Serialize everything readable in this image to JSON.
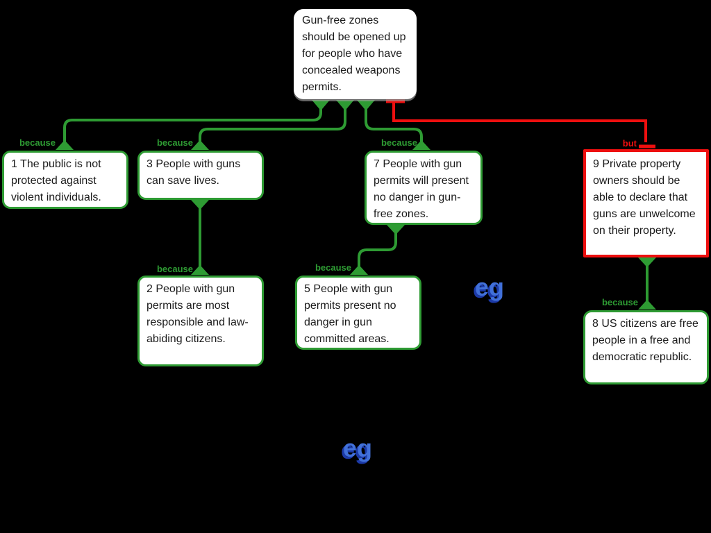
{
  "colors": {
    "support_green": "#2e9b33",
    "objection_red": "#ee0f0f",
    "eg_blue": "#4170d9",
    "eg_shadow": "#1c3aa8",
    "box_bg": "#ffffff",
    "text_dark": "#1a1a1a"
  },
  "contention": {
    "text": "Gun-free zones should be opened up for people who have concealed weapons permits."
  },
  "boxes": {
    "b1": {
      "text": "1 The public is not protected against violent individuals."
    },
    "b3": {
      "text": "3 People with guns can save lives."
    },
    "b7": {
      "text": "7 People with gun permits will present no danger in gun-free zones."
    },
    "b9": {
      "text": "9 Private property owners should be able to declare that guns are unwelcome on their property."
    },
    "b2": {
      "text": "2 People with gun permits are most responsible and law-abiding citizens."
    },
    "b5": {
      "text": "5 People with gun permits present no danger in gun committed areas."
    },
    "b8": {
      "text": "8 US citizens are free people in a free and democratic republic."
    }
  },
  "edges": {
    "c_b1": {
      "label": "because",
      "type": "support"
    },
    "c_b3": {
      "label": "because",
      "type": "support"
    },
    "c_b7": {
      "label": "because",
      "type": "support"
    },
    "c_b9": {
      "label": "but",
      "type": "objection"
    },
    "b3_b2": {
      "label": "because",
      "type": "support"
    },
    "b7_b5": {
      "label": "because",
      "type": "support"
    },
    "b9_b8": {
      "label": "because",
      "type": "support"
    }
  },
  "annotations": {
    "eg_upper": "eg",
    "eg_lower": "eg"
  }
}
